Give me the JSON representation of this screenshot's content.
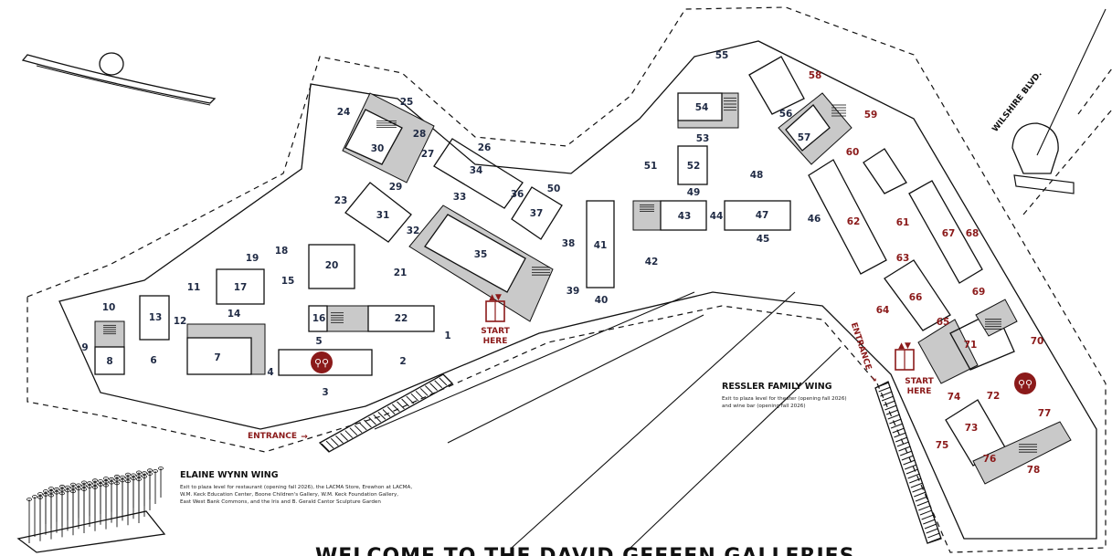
{
  "colors": {
    "accent_red": "#8b1a1a",
    "ink": "#111111",
    "label_navy": "#1f2a44",
    "stair_gray": "#c9c9c9"
  },
  "galleries": {
    "g1": "1",
    "g2": "2",
    "g3": "3",
    "g4": "4",
    "g5": "5",
    "g6": "6",
    "g7": "7",
    "g8": "8",
    "g9": "9",
    "g10": "10",
    "g11": "11",
    "g12": "12",
    "g13": "13",
    "g14": "14",
    "g15": "15",
    "g16": "16",
    "g17": "17",
    "g18": "18",
    "g19": "19",
    "g20": "20",
    "g21": "21",
    "g22": "22",
    "g23": "23",
    "g24": "24",
    "g25": "25",
    "g26": "26",
    "g27": "27",
    "g28": "28",
    "g29": "29",
    "g30": "30",
    "g31": "31",
    "g32": "32",
    "g33": "33",
    "g34": "34",
    "g35": "35",
    "g36": "36",
    "g37": "37",
    "g38": "38",
    "g39": "39",
    "g40": "40",
    "g41": "41",
    "g42": "42",
    "g43": "43",
    "g44": "44",
    "g45": "45",
    "g46": "46",
    "g47": "47",
    "g48": "48",
    "g49": "49",
    "g50": "50",
    "g51": "51",
    "g52": "52",
    "g53": "53",
    "g54": "54",
    "g55": "55",
    "g56": "56",
    "g57": "57",
    "g58": "58",
    "g59": "59",
    "g60": "60",
    "g61": "61",
    "g62": "62",
    "g63": "63",
    "g64": "64",
    "g65": "65",
    "g66": "66",
    "g67": "67",
    "g68": "68",
    "g69": "69",
    "g70": "70",
    "g71": "71",
    "g72": "72",
    "g73": "73",
    "g74": "74",
    "g75": "75",
    "g76": "76",
    "g77": "77",
    "g78": "78"
  },
  "markers": {
    "start_here_line1": "START",
    "start_here_line2": "HERE",
    "entrance": "ENTRANCE",
    "elevator_icon": "elevator-icon",
    "restroom_icon": "restroom-icon",
    "arrow_icon": "arrow-icon"
  },
  "streets": {
    "wilshire": "WILSHIRE BLVD."
  },
  "elaine_wynn_wing": {
    "title": "ELAINE WYNN WING",
    "desc_line1": "Exit to plaza level for restaurant (opening fall 2026), the LACMA Store, Erewhon at LACMA,",
    "desc_line2": "W.M. Keck Education Center, Boone Children's Gallery, W.M. Keck Foundation Gallery,",
    "desc_line3": "East West Bank Commons, and the Iris and B. Gerald Cantor Sculpture Garden"
  },
  "ressler_family_wing": {
    "title": "RESSLER FAMILY WING",
    "desc_line1": "Exit to plaza level for theater (opening fall 2026)",
    "desc_line2": "and wine bar (opening fall 2026)"
  },
  "footer": {
    "title": "WELCOME TO THE DAVID GEFFEN GALLERIES"
  }
}
